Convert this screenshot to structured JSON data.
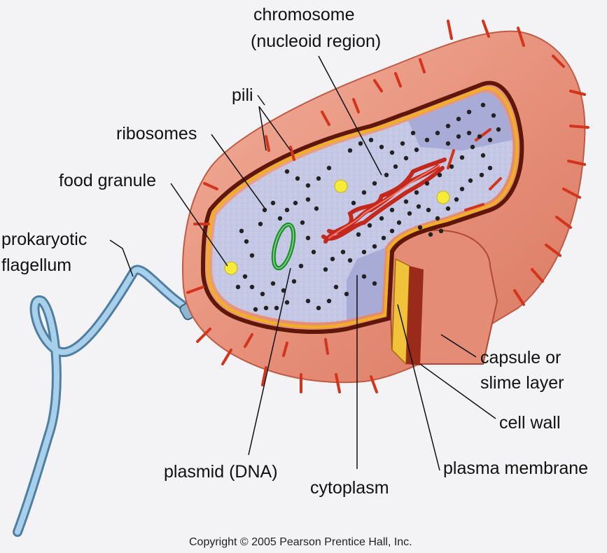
{
  "labels": {
    "chromosome": "chromosome",
    "nucleoid_region": "(nucleoid region)",
    "pili": "pili",
    "ribosomes": "ribosomes",
    "food_granule": "food granule",
    "prokaryotic": "prokaryotic",
    "flagellum": "flagellum",
    "capsule_or": "capsule or",
    "slime_layer": "slime layer",
    "cell_wall": "cell wall",
    "plasma_membrane": "plasma membrane",
    "plasmid": "plasmid (DNA)",
    "cytoplasm": "cytoplasm"
  },
  "copyright": "Copyright © 2005 Pearson Prentice Hall, Inc.",
  "colors": {
    "background": "#f3f3f5",
    "capsule": "#e8907c",
    "capsule_light": "#f3b8a6",
    "pili": "#d2351c",
    "cell_wall_border": "#6b1a0c",
    "membrane": "#e6a619",
    "cytoplasm": "#c5c8e4",
    "cytoplasm_dark": "#9ea2cf",
    "chromosome": "#d93a2b",
    "plasmid": "#2fae3c",
    "food_granule": "#f6ea3a",
    "ribosome": "#222222",
    "flagellum": "#6ea7cd"
  }
}
